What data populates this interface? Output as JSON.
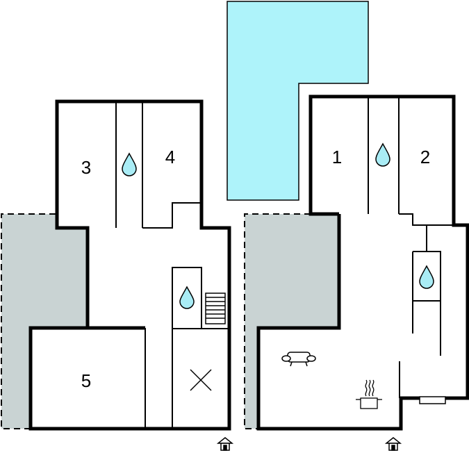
{
  "floor_plan": {
    "rooms": [
      {
        "id": "room-1",
        "label": "1"
      },
      {
        "id": "room-2",
        "label": "2"
      },
      {
        "id": "room-3",
        "label": "3"
      },
      {
        "id": "room-4",
        "label": "4"
      },
      {
        "id": "room-5",
        "label": "5"
      }
    ],
    "colors": {
      "pool": "#aef3fa",
      "terrace": "#c9d3d3",
      "wall": "#000000",
      "water": "#a9ecf5"
    },
    "icons": [
      "water-drop-icon",
      "staircase-icon",
      "void-cross-icon",
      "sofa-icon",
      "cooking-pot-icon",
      "radiator-icon",
      "entrance-icon"
    ]
  }
}
